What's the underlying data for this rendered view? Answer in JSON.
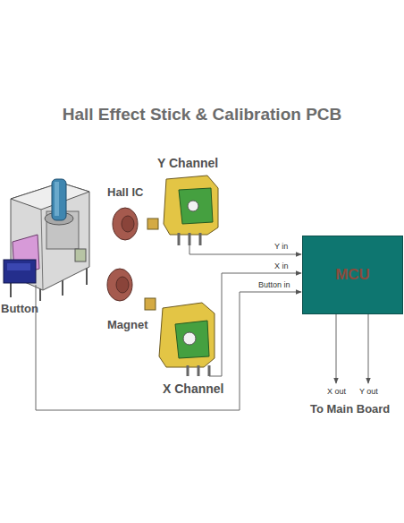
{
  "diagram": {
    "title": "Hall Effect Stick & Calibration PCB",
    "nodes": [
      {
        "text": [
          "MCU"
        ]
      }
    ],
    "labels": [
      "Y Channel",
      "Hall IC",
      "Y in",
      "X in",
      "Button in",
      "Button",
      "Magnet",
      "X Channel",
      "X out",
      "Y out",
      "To Main Board"
    ]
  }
}
